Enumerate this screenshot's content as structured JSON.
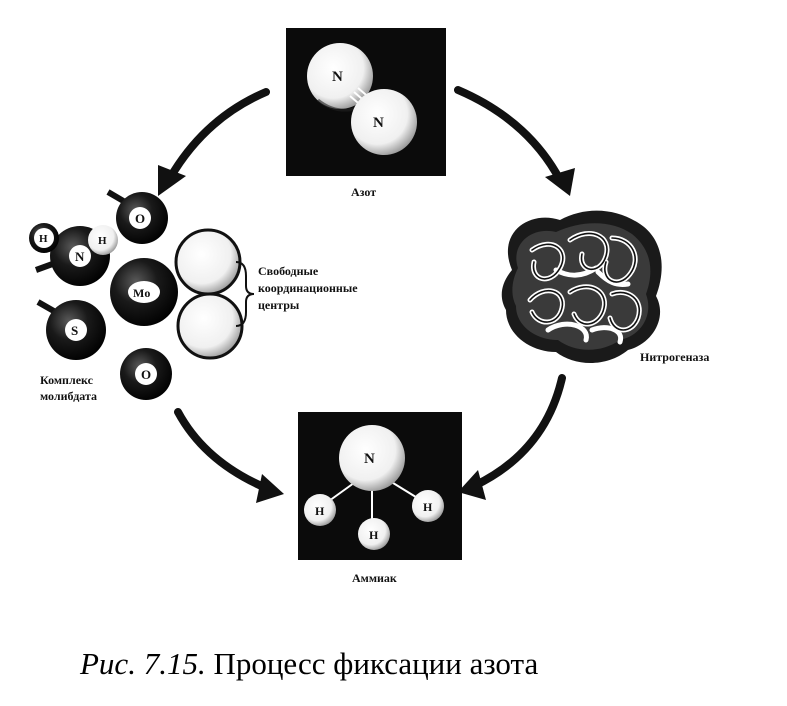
{
  "labels": {
    "nitrogen_gas": "Азот",
    "nitrogenase": "Нитрогеназа",
    "ammonia": "Аммиак",
    "free_centers_line1": "Свободные",
    "free_centers_line2": "координационные",
    "free_centers_line3": "центры",
    "complex_line1": "Комплекс",
    "complex_line2": "молибдата"
  },
  "atoms": {
    "n": "N",
    "h": "H",
    "o": "O",
    "s": "S",
    "mo": "Mo"
  },
  "caption": {
    "figure": "Рис. 7.15.",
    "text": "Процесс фиксации азота"
  },
  "colors": {
    "ink": "#111111",
    "panel": "#0b0b0b",
    "paper": "#ffffff"
  }
}
